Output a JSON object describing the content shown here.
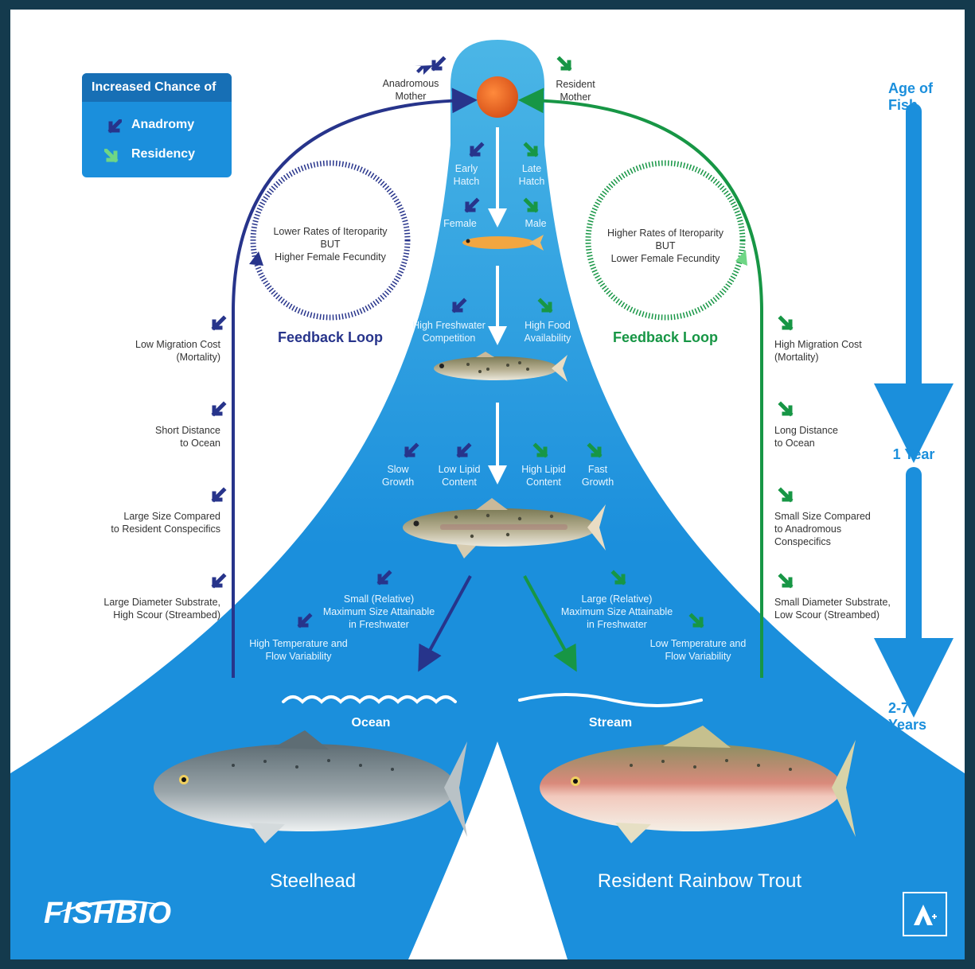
{
  "legend": {
    "title": "Increased Chance of",
    "anadromy": "Anadromy",
    "residency": "Residency"
  },
  "colors": {
    "anadromy": "#27348b",
    "residency": "#179645",
    "water": "#1b8fdc",
    "water_light": "#4bb6e6"
  },
  "top": {
    "anadromous_mother": "Anadromous\nMother",
    "resident_mother": "Resident\nMother"
  },
  "center": {
    "early_hatch": "Early\nHatch",
    "late_hatch": "Late\nHatch",
    "female": "Female",
    "male": "Male",
    "high_freshwater_competition": "High Freshwater\nCompetition",
    "high_food_availability": "High Food\nAvailability",
    "slow_growth": "Slow\nGrowth",
    "low_lipid": "Low Lipid\nContent",
    "high_lipid": "High Lipid\nContent",
    "fast_growth": "Fast\nGrowth"
  },
  "feedback": {
    "left_text": "Lower Rates of Iteroparity\nBUT\nHigher Female Fecundity",
    "right_text": "Higher Rates of Iteroparity\nBUT\nLower Female Fecundity",
    "title": "Feedback Loop"
  },
  "left_factors": [
    "Low Migration Cost\n(Mortality)",
    "Short Distance\nto Ocean",
    "Large Size Compared\nto Resident Conspecifics",
    "Large Diameter Substrate,\nHigh Scour (Streambed)"
  ],
  "right_factors": [
    "High Migration Cost\n(Mortality)",
    "Long Distance\nto Ocean",
    "Small Size Compared\nto Anadromous\nConspecifics",
    "Small Diameter Substrate,\nLow Scour (Streambed)"
  ],
  "lower": {
    "small_relative": "Small (Relative)\nMaximum Size Attainable\nin Freshwater",
    "large_relative": "Large (Relative)\nMaximum Size Attainable\nin Freshwater",
    "high_temp": "High Temperature and\nFlow Variability",
    "low_temp": "Low Temperature and\nFlow Variability"
  },
  "habitats": {
    "ocean": "Ocean",
    "stream": "Stream"
  },
  "species": {
    "steelhead": "Steelhead",
    "rainbow": "Resident Rainbow Trout"
  },
  "age": {
    "title": "Age of Fish",
    "one_year": "1 Year",
    "later": "2-7 Years"
  },
  "brand": {
    "logo": "FISHBIO"
  }
}
